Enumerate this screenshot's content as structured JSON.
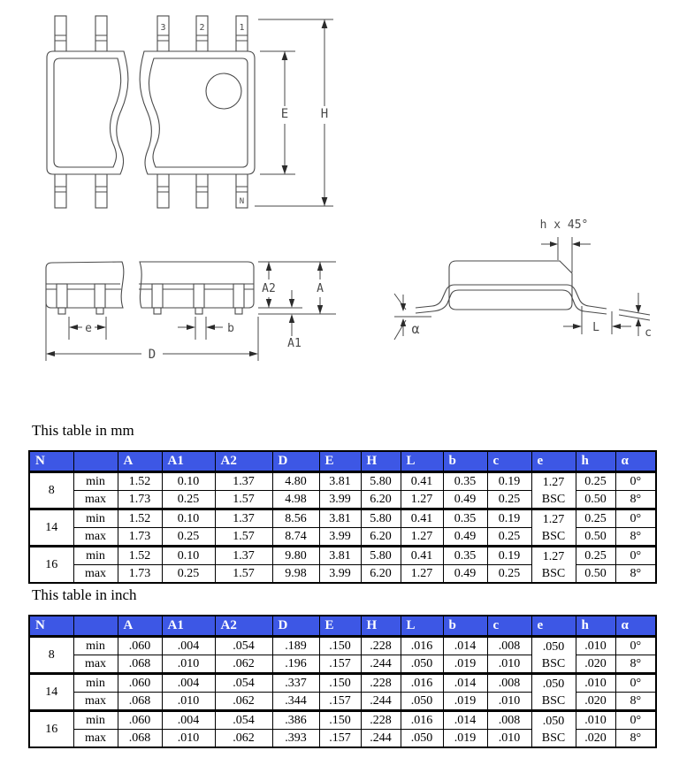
{
  "colors": {
    "table_header_bg": "#3d57e5",
    "table_header_text": "#ffffff",
    "drawing_line": "#4a4a4a"
  },
  "diagrams": {
    "top_view": {
      "pin_3": "3",
      "pin_2": "2",
      "pin_1": "1",
      "pin_n": "N",
      "dim_E": "E",
      "dim_H": "H"
    },
    "side_view": {
      "dim_A2": "A2",
      "dim_A": "A",
      "dim_A1": "A1",
      "dim_e": "e",
      "dim_b": "b",
      "dim_D": "D"
    },
    "profile_view": {
      "dim_chamfer": "h x 45°",
      "dim_alpha": "α",
      "dim_L": "L",
      "dim_c": "c"
    }
  },
  "table_mm": {
    "title": "This table in mm",
    "headers": [
      "N",
      "",
      "A",
      "A1",
      "A2",
      "D",
      "E",
      "H",
      "L",
      "b",
      "c",
      "e",
      "h",
      "α"
    ],
    "min_label": "min",
    "max_label": "max",
    "groups": [
      {
        "n": "8",
        "min": [
          "1.52",
          "0.10",
          "1.37",
          "4.80",
          "3.81",
          "5.80",
          "0.41",
          "0.35",
          "0.19",
          "0.25",
          "0°"
        ],
        "max": [
          "1.73",
          "0.25",
          "1.57",
          "4.98",
          "3.99",
          "6.20",
          "1.27",
          "0.49",
          "0.25",
          "0.50",
          "8°"
        ],
        "e_line1": "1.27",
        "e_line2": "BSC"
      },
      {
        "n": "14",
        "min": [
          "1.52",
          "0.10",
          "1.37",
          "8.56",
          "3.81",
          "5.80",
          "0.41",
          "0.35",
          "0.19",
          "0.25",
          "0°"
        ],
        "max": [
          "1.73",
          "0.25",
          "1.57",
          "8.74",
          "3.99",
          "6.20",
          "1.27",
          "0.49",
          "0.25",
          "0.50",
          "8°"
        ],
        "e_line1": "1.27",
        "e_line2": "BSC"
      },
      {
        "n": "16",
        "min": [
          "1.52",
          "0.10",
          "1.37",
          "9.80",
          "3.81",
          "5.80",
          "0.41",
          "0.35",
          "0.19",
          "0.25",
          "0°"
        ],
        "max": [
          "1.73",
          "0.25",
          "1.57",
          "9.98",
          "3.99",
          "6.20",
          "1.27",
          "0.49",
          "0.25",
          "0.50",
          "8°"
        ],
        "e_line1": "1.27",
        "e_line2": "BSC"
      }
    ]
  },
  "table_inch": {
    "title": "This table in inch",
    "headers": [
      "N",
      "",
      "A",
      "A1",
      "A2",
      "D",
      "E",
      "H",
      "L",
      "b",
      "c",
      "e",
      "h",
      "α"
    ],
    "min_label": "min",
    "max_label": "max",
    "groups": [
      {
        "n": "8",
        "min": [
          ".060",
          ".004",
          ".054",
          ".189",
          ".150",
          ".228",
          ".016",
          ".014",
          ".008",
          ".010",
          "0°"
        ],
        "max": [
          ".068",
          ".010",
          ".062",
          ".196",
          ".157",
          ".244",
          ".050",
          ".019",
          ".010",
          ".020",
          "8°"
        ],
        "e_line1": ".050",
        "e_line2": "BSC"
      },
      {
        "n": "14",
        "min": [
          ".060",
          ".004",
          ".054",
          ".337",
          ".150",
          ".228",
          ".016",
          ".014",
          ".008",
          ".010",
          "0°"
        ],
        "max": [
          ".068",
          ".010",
          ".062",
          ".344",
          ".157",
          ".244",
          ".050",
          ".019",
          ".010",
          ".020",
          "8°"
        ],
        "e_line1": ".050",
        "e_line2": "BSC"
      },
      {
        "n": "16",
        "min": [
          ".060",
          ".004",
          ".054",
          ".386",
          ".150",
          ".228",
          ".016",
          ".014",
          ".008",
          ".010",
          "0°"
        ],
        "max": [
          ".068",
          ".010",
          ".062",
          ".393",
          ".157",
          ".244",
          ".050",
          ".019",
          ".010",
          ".020",
          "8°"
        ],
        "e_line1": ".050",
        "e_line2": "BSC"
      }
    ]
  }
}
